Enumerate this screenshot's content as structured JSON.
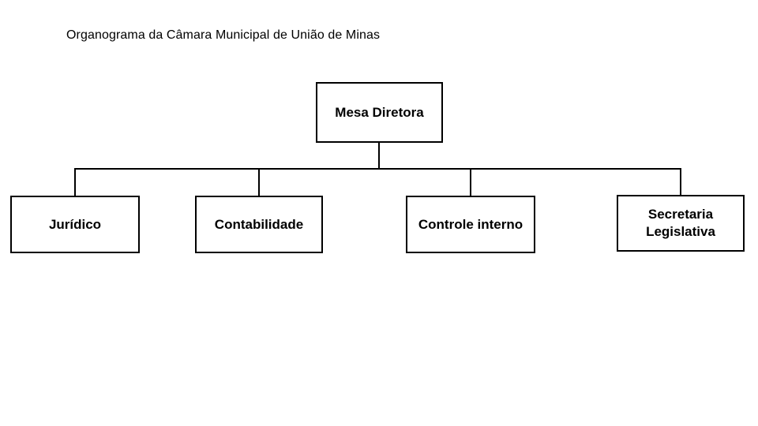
{
  "title": "Organograma da Câmara Municipal de União de Minas",
  "org_chart": {
    "root": {
      "label": "Mesa Diretora"
    },
    "children": [
      {
        "label": "Jurídico"
      },
      {
        "label": "Contabilidade"
      },
      {
        "label": "Controle interno"
      },
      {
        "label": "Secretaria Legislativa"
      }
    ]
  },
  "colors": {
    "background": "#ffffff",
    "box_background": "#ffffff",
    "box_border": "#000000",
    "connector_line": "#000000",
    "text": "#000000"
  }
}
